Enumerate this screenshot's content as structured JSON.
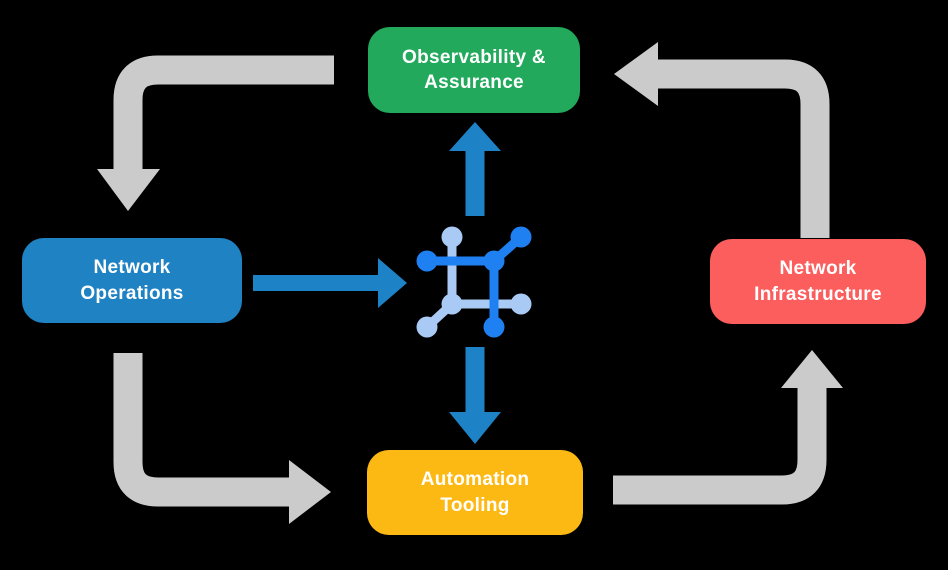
{
  "colors": {
    "background": "#000000",
    "green": "#22A95B",
    "blue": "#1F82C3",
    "red": "#FC5D5D",
    "yellow": "#FDB913",
    "arrow_gray": "#CBCBCB",
    "arrow_blue": "#1E82C6",
    "icon_dark_blue": "#1F80F2",
    "icon_light_blue": "#A8CAF4",
    "text": "#FFFFFF"
  },
  "nodes": {
    "observability": {
      "lines": [
        "Observability &",
        "Assurance"
      ]
    },
    "operations": {
      "lines": [
        "Network",
        "Operations"
      ]
    },
    "infrastructure": {
      "lines": [
        "Network",
        "Infrastructure"
      ]
    },
    "automation": {
      "lines": [
        "Automation",
        "Tooling"
      ]
    }
  },
  "icon": {
    "name": "network-automation-icon"
  },
  "connections": [
    {
      "from": "observability",
      "to": "operations",
      "style": "gray-cycle"
    },
    {
      "from": "operations",
      "to": "automation",
      "style": "gray-cycle"
    },
    {
      "from": "automation",
      "to": "infrastructure",
      "style": "gray-cycle"
    },
    {
      "from": "infrastructure",
      "to": "observability",
      "style": "gray-cycle"
    },
    {
      "from": "operations",
      "to": "center-icon",
      "style": "blue"
    },
    {
      "from": "center-icon",
      "to": "observability",
      "style": "blue"
    },
    {
      "from": "center-icon",
      "to": "automation",
      "style": "blue"
    }
  ]
}
